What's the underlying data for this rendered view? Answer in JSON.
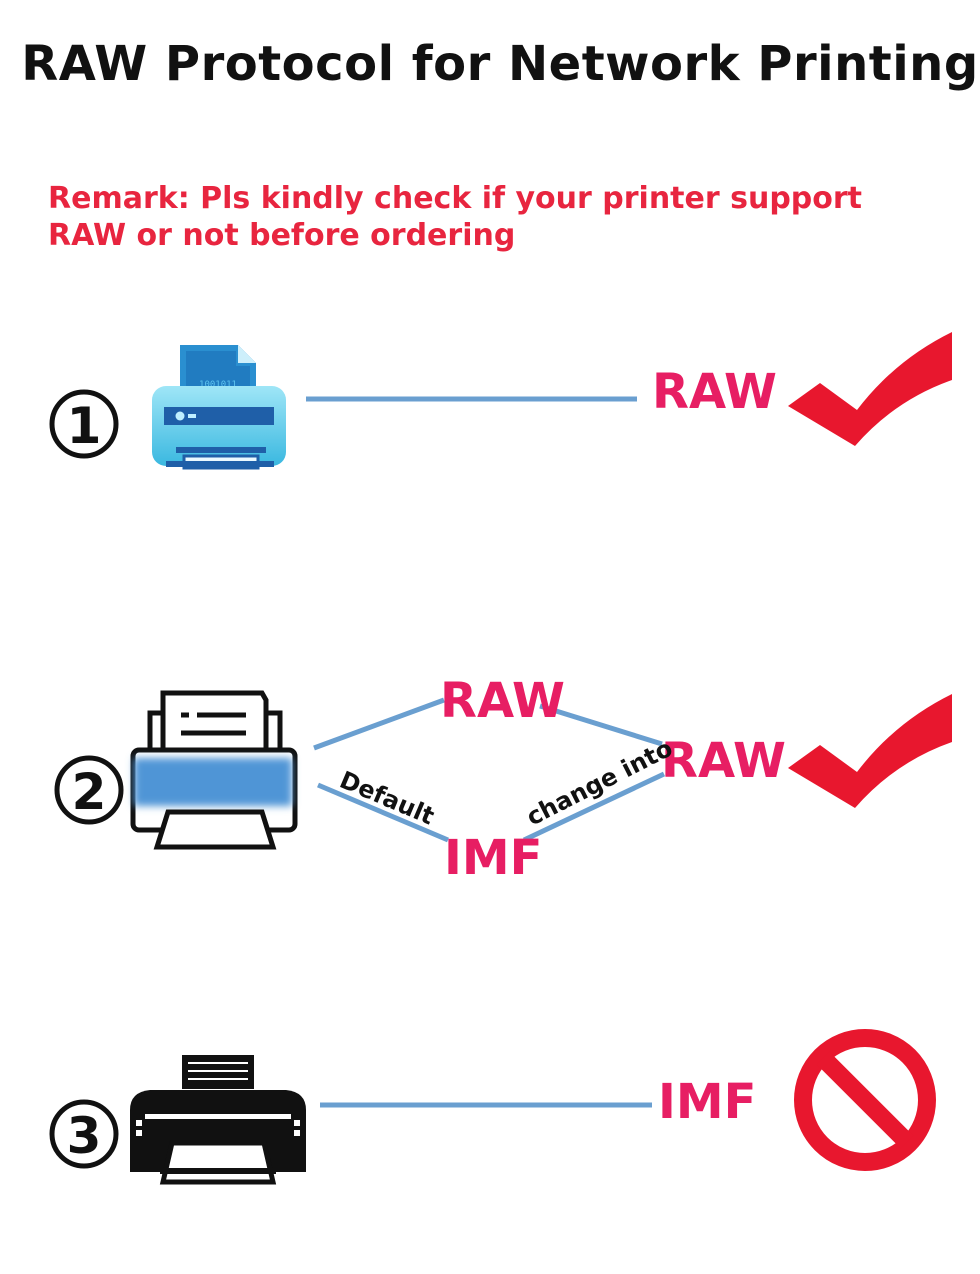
{
  "title": "RAW Protocol for Network Printing",
  "remark": "Remark: Pls kindly check if your printer support RAW or not before ordering",
  "colors": {
    "accent_red": "#e71e63",
    "remark_red": "#e8253f",
    "line_blue": "#6a9fd0",
    "check_red": "#e8172e"
  },
  "rows": [
    {
      "number": "1",
      "printer_icon": "blue-3d-printer-icon",
      "protocol": "RAW",
      "status_icon": "checkmark-icon"
    },
    {
      "number": "2",
      "printer_icon": "outline-printer-icon",
      "upper_protocol": "RAW",
      "lower_protocol": "IMF",
      "default_label": "Default",
      "change_label": "change into",
      "result_protocol": "RAW",
      "status_icon": "checkmark-icon"
    },
    {
      "number": "3",
      "printer_icon": "black-printer-icon",
      "protocol": "IMF",
      "status_icon": "prohibited-icon"
    }
  ]
}
